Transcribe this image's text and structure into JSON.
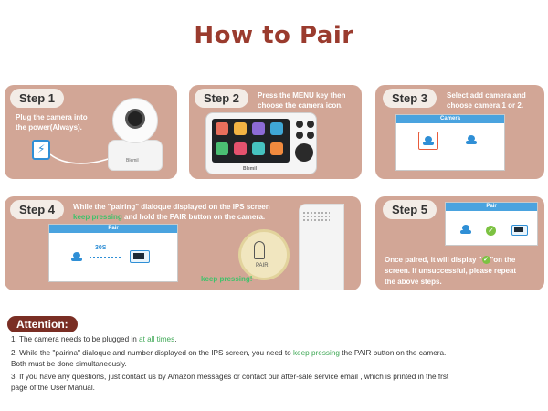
{
  "title": "How to Pair",
  "step1": {
    "label": "Step 1",
    "text_line1": "Plug the camera into",
    "text_line2": "the power(Always).",
    "brand": "Blemil"
  },
  "step2": {
    "label": "Step 2",
    "text_line1": "Press the MENU key then",
    "text_line2": "choose the camera icon.",
    "brand": "Blemil"
  },
  "step3": {
    "label": "Step 3",
    "text_line1": "Select add camera and",
    "text_line2": "choose camera 1 or 2.",
    "window_title": "Camera"
  },
  "step4": {
    "label": "Step 4",
    "text_line1_a": "While the \"pairing\" dialoque displayed on the IPS screen",
    "text_line2_green": "keep pressing",
    "text_line2_rest": " and hold the PAIR button on the camera.",
    "window_title": "Pair",
    "countdown": "30S",
    "keep_pressing": "keep pressing!",
    "pair_label": "PAIR"
  },
  "step5": {
    "label": "Step 5",
    "window_title": "Pair",
    "text_line1_a": "Once paired, it will display \"",
    "text_line1_b": "\"on the",
    "text_line2": "screen. If unsuccessful, please repeat",
    "text_line3": "the  above steps."
  },
  "attention": {
    "label": "Attention:",
    "line1_a": "1. The camera needs to be plugged in ",
    "line1_green": "at all times",
    "line1_b": ".",
    "line2_a": "2. While the \"pairina\" dialoque and number displayed on the IPS screen, you need to ",
    "line2_green": "keep pressing",
    "line2_b": " the PAIR button on the camera.",
    "line2_c": "Both must be done simultaneously.",
    "line3_a": "3. If you have any questions, just contact us by Amazon messages or contact our after-sale service email , which is printed in the frst",
    "line3_b": "page of the User Manual."
  },
  "colors": {
    "title": "#9a3b2e",
    "panel": "#d2a696",
    "pill": "#f3ece6",
    "attention": "#7a2e24",
    "highlight_green": "#3ec26a",
    "screen_blue": "#4aa3df"
  }
}
